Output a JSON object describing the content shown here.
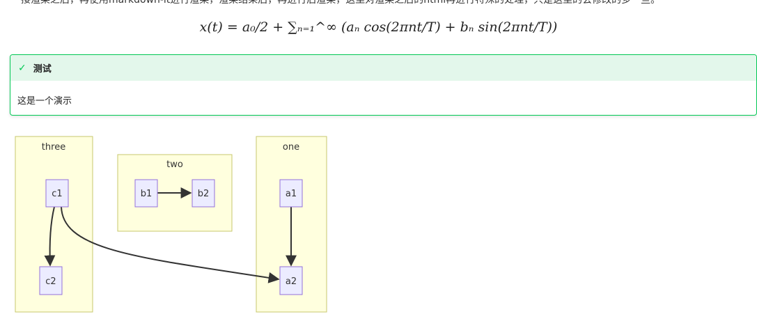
{
  "paragraph": "接渲染之后，再使用markdown-it进行渲染，渲染结果后，再进行后渲染，这里对渲染之后的html再进行特殊的处理，只是这里的会修改的多一些。",
  "formula": "x(t) = a₀/2 + ∑ₙ₌₁^∞ (aₙ cos(2πnt/T) + bₙ sin(2πnt/T))",
  "admonition": {
    "title": "测试",
    "body": "这是一个演示",
    "icon": "check-icon",
    "color": "#00c853"
  },
  "diagram": {
    "subgraphs": [
      {
        "id": "three",
        "label": "three"
      },
      {
        "id": "two",
        "label": "two"
      },
      {
        "id": "one",
        "label": "one"
      }
    ],
    "nodes": [
      {
        "id": "c1",
        "label": "c1"
      },
      {
        "id": "c2",
        "label": "c2"
      },
      {
        "id": "b1",
        "label": "b1"
      },
      {
        "id": "b2",
        "label": "b2"
      },
      {
        "id": "a1",
        "label": "a1"
      },
      {
        "id": "a2",
        "label": "a2"
      }
    ],
    "edges": [
      [
        "c1",
        "c2"
      ],
      [
        "c1",
        "a2"
      ],
      [
        "b1",
        "b2"
      ],
      [
        "a1",
        "a2"
      ]
    ]
  }
}
